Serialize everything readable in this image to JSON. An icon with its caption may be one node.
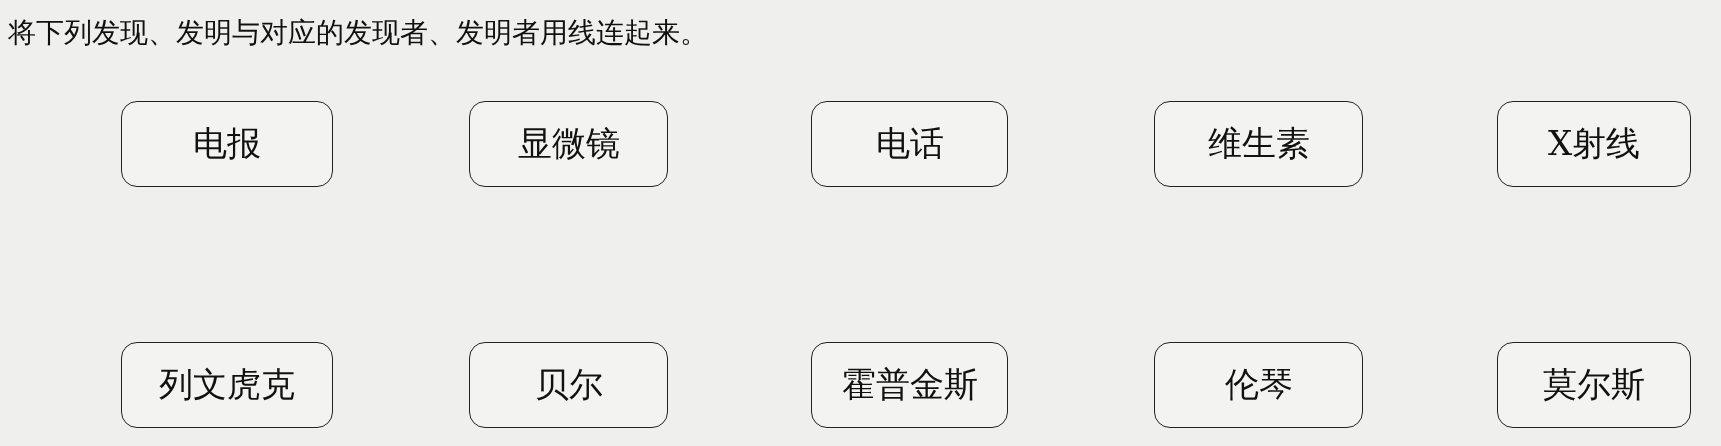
{
  "diagram": {
    "title": "将下列发现、发明与对应的发现者、发明者用线连起来。",
    "nodes": [
      {
        "text": [
          "电报"
        ]
      },
      {
        "text": [
          "显微镜"
        ]
      },
      {
        "text": [
          "电话"
        ]
      },
      {
        "text": [
          "维生素"
        ]
      },
      {
        "text": [
          "X射线"
        ]
      },
      {
        "text": [
          "列文虎克"
        ]
      },
      {
        "text": [
          "贝尔"
        ]
      },
      {
        "text": [
          "霍普金斯"
        ]
      },
      {
        "text": [
          "伦琴"
        ]
      },
      {
        "text": [
          "莫尔斯"
        ]
      }
    ]
  }
}
